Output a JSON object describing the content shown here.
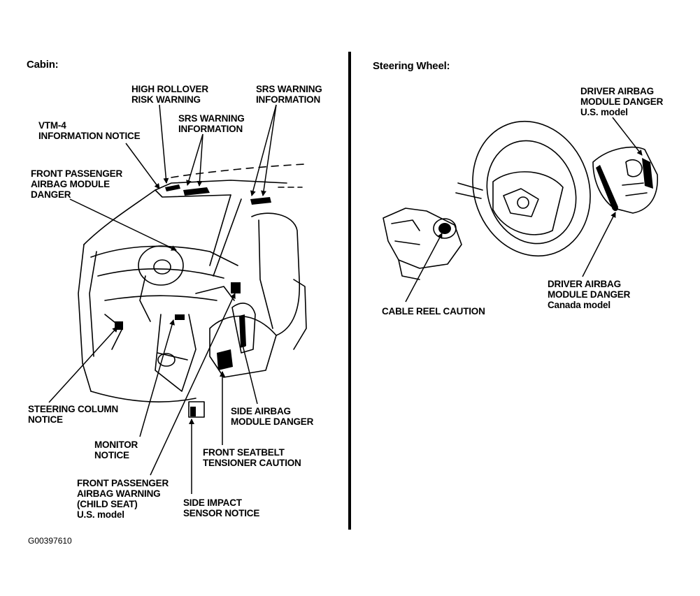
{
  "panels": {
    "cabin_title": "Cabin:",
    "steering_title": "Steering Wheel:"
  },
  "cabin": {
    "high_rollover": "HIGH ROLLOVER\nRISK WARNING",
    "srs_info_right": "SRS WARNING\nINFORMATION",
    "srs_info_center": "SRS WARNING\nINFORMATION",
    "vtm4": "VTM-4\nINFORMATION NOTICE",
    "front_pass_danger": "FRONT PASSENGER\nAIRBAG MODULE\nDANGER",
    "steering_column": "STEERING COLUMN\nNOTICE",
    "monitor": "MONITOR\nNOTICE",
    "front_pass_warning": "FRONT PASSENGER\nAIRBAG WARNING\n(CHILD SEAT)",
    "front_pass_warning_model": "U.S. model",
    "side_airbag": "SIDE AIRBAG\nMODULE DANGER",
    "seatbelt": "FRONT SEATBELT\nTENSIONER CAUTION",
    "side_impact": "SIDE IMPACT\nSENSOR NOTICE"
  },
  "steering": {
    "driver_us": "DRIVER AIRBAG\nMODULE DANGER",
    "driver_us_model": "U.S. model",
    "driver_canada": "DRIVER AIRBAG\nMODULE DANGER",
    "driver_canada_model": "Canada model",
    "cable_reel": "CABLE REEL CAUTION"
  },
  "figure_code": "G00397610"
}
